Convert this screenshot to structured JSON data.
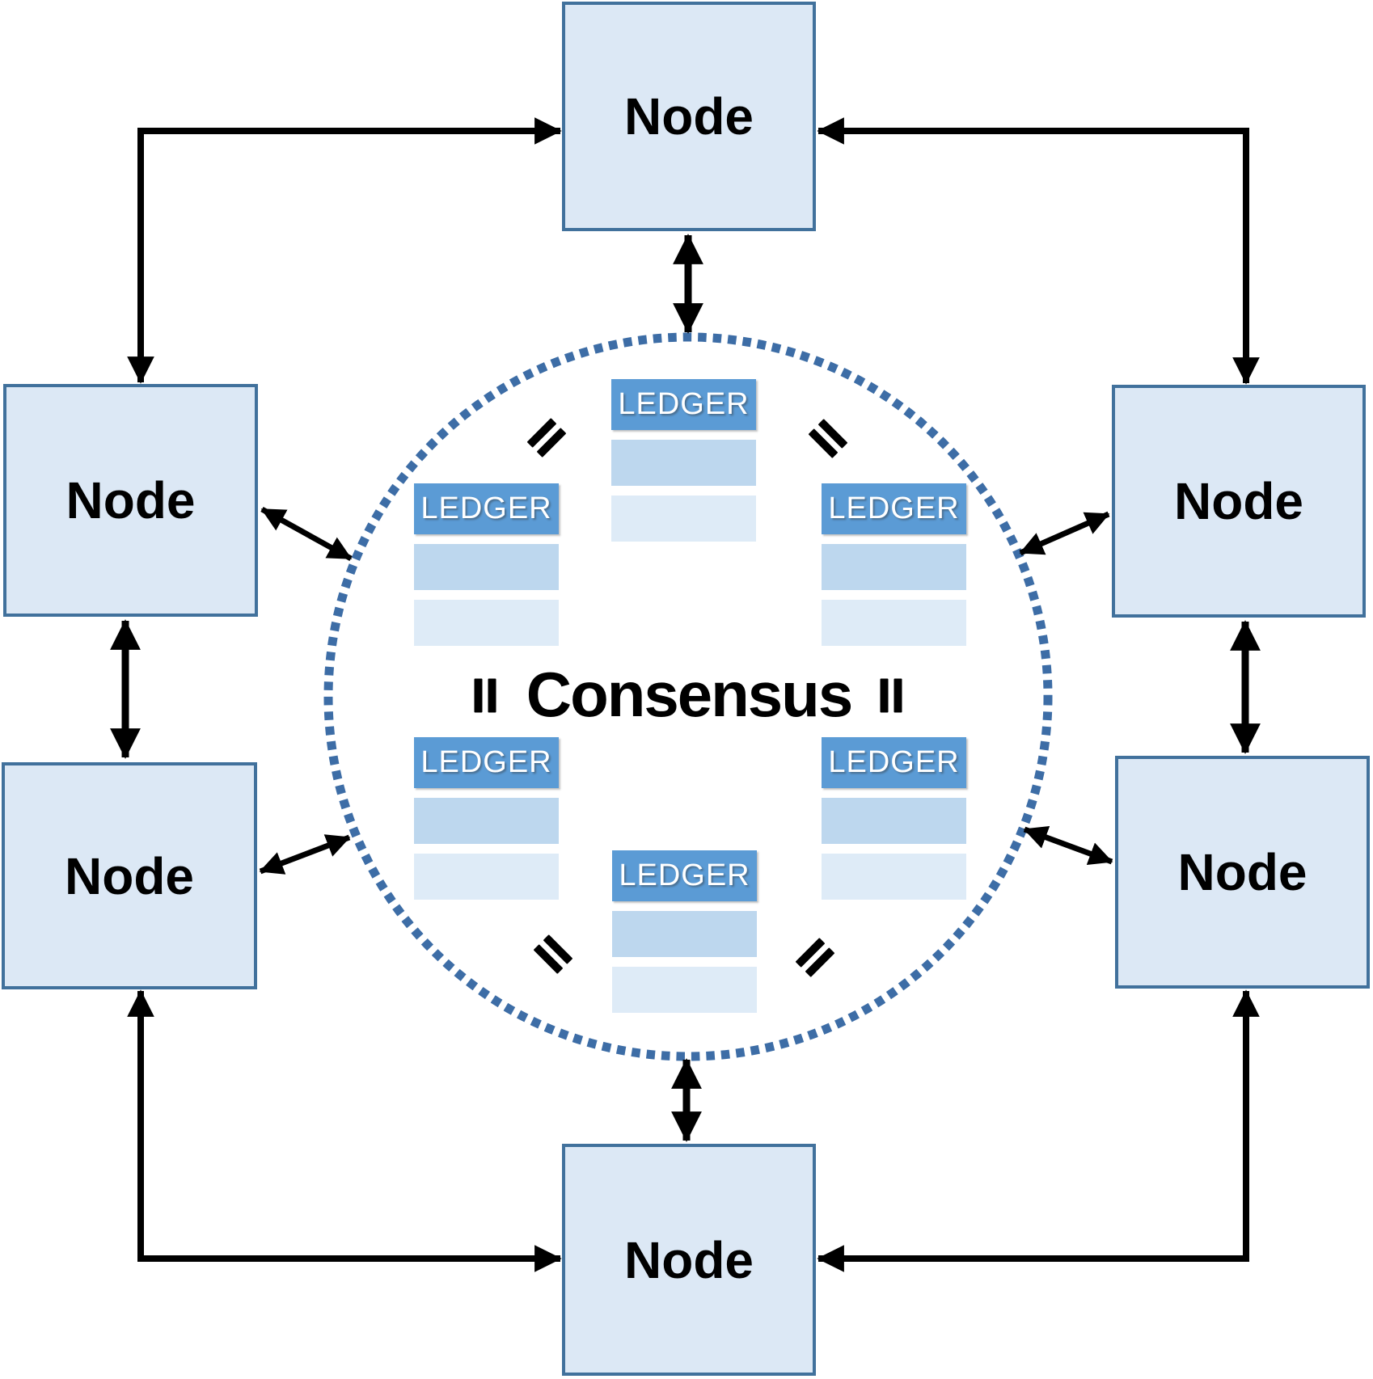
{
  "diagram": {
    "type": "blockchain-consensus-network",
    "consensus_label": "Consensus",
    "nodes": [
      {
        "position": "top",
        "label": "Node"
      },
      {
        "position": "left-upper",
        "label": "Node"
      },
      {
        "position": "left-lower",
        "label": "Node"
      },
      {
        "position": "right-upper",
        "label": "Node"
      },
      {
        "position": "right-lower",
        "label": "Node"
      },
      {
        "position": "bottom",
        "label": "Node"
      }
    ],
    "ledgers": [
      {
        "position": "top-center",
        "label": "LEDGER",
        "rows": 2
      },
      {
        "position": "mid-left",
        "label": "LEDGER",
        "rows": 2
      },
      {
        "position": "mid-right",
        "label": "LEDGER",
        "rows": 2
      },
      {
        "position": "bottom-left",
        "label": "LEDGER",
        "rows": 2
      },
      {
        "position": "bottom-right",
        "label": "LEDGER",
        "rows": 2
      },
      {
        "position": "bottom-center",
        "label": "LEDGER",
        "rows": 2
      }
    ],
    "equals_marks": 6,
    "connections": {
      "node_to_node_elbows": 4,
      "node_to_node_vertical": 2,
      "node_to_circle": 6,
      "style": "double-headed-arrows"
    }
  },
  "colors": {
    "background": "#ffffff",
    "node_fill": "#dce8f5",
    "node_border": "#41719c",
    "ledger_header": "#5b9bd5",
    "ledger_header_text": "#ffffff",
    "ledger_row_1": "#bdd7ee",
    "ledger_row_2": "#deebf7",
    "consensus_circle": "#3d6da6",
    "arrow": "#000000",
    "text": "#000000"
  }
}
